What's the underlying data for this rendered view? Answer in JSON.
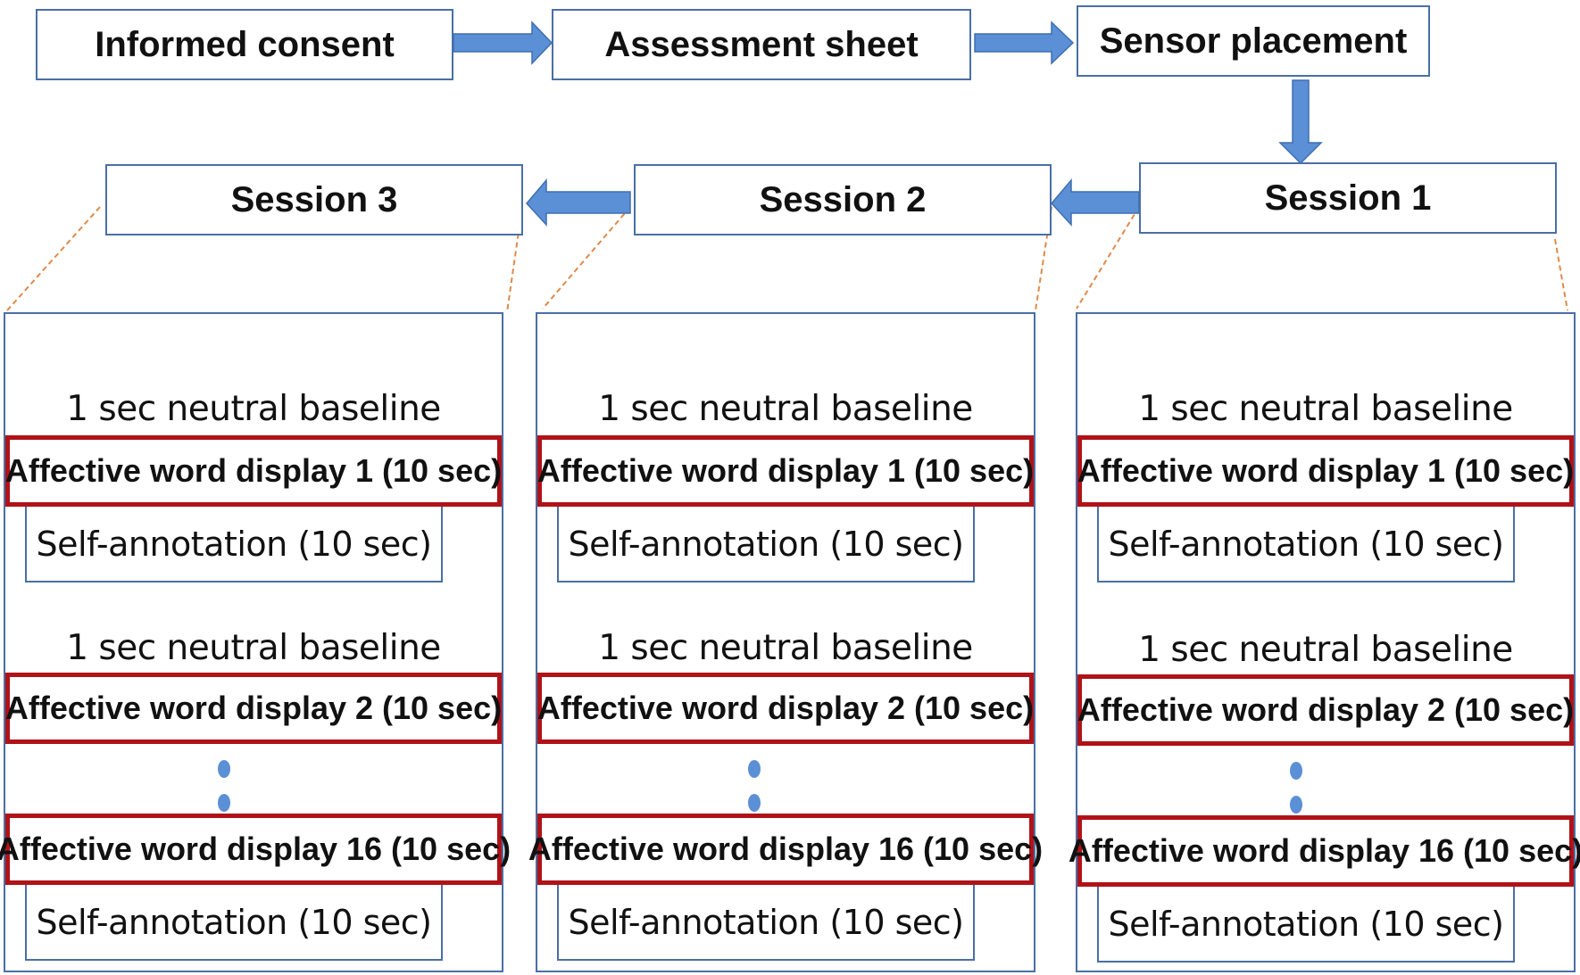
{
  "flow": {
    "informed_consent": "Informed consent",
    "assessment_sheet": "Assessment sheet",
    "sensor_placement": "Sensor placement"
  },
  "sessions": [
    {
      "label": "Session 3",
      "baseline_1": "1 sec neutral baseline",
      "word_1": "Affective word display 1 (10 sec)",
      "annotation_1": "Self-annotation (10 sec)",
      "baseline_2": "1 sec neutral baseline",
      "word_2": "Affective word display 2 (10 sec)",
      "word_16": "Affective word display 16 (10 sec)",
      "annotation_16": "Self-annotation (10 sec)"
    },
    {
      "label": "Session 2",
      "baseline_1": "1 sec neutral baseline",
      "word_1": "Affective word display 1 (10 sec)",
      "annotation_1": "Self-annotation (10 sec)",
      "baseline_2": "1 sec neutral baseline",
      "word_2": "Affective word display 2 (10 sec)",
      "word_16": "Affective word display 16 (10 sec)",
      "annotation_16": "Self-annotation (10 sec)"
    },
    {
      "label": "Session 1",
      "baseline_1": "1 sec neutral baseline",
      "word_1": "Affective word display 1 (10 sec)",
      "annotation_1": "Self-annotation (10 sec)",
      "baseline_2": "1 sec neutral baseline",
      "word_2": "Affective word display 2 (10 sec)",
      "word_16": "Affective word display 16 (10 sec)",
      "annotation_16": "Self-annotation (10 sec)"
    }
  ],
  "colors": {
    "box_border": "#4a6fa5",
    "arrow": "#5b8fd6",
    "highlight_border": "#b01218",
    "connector": "#e08a4a"
  }
}
